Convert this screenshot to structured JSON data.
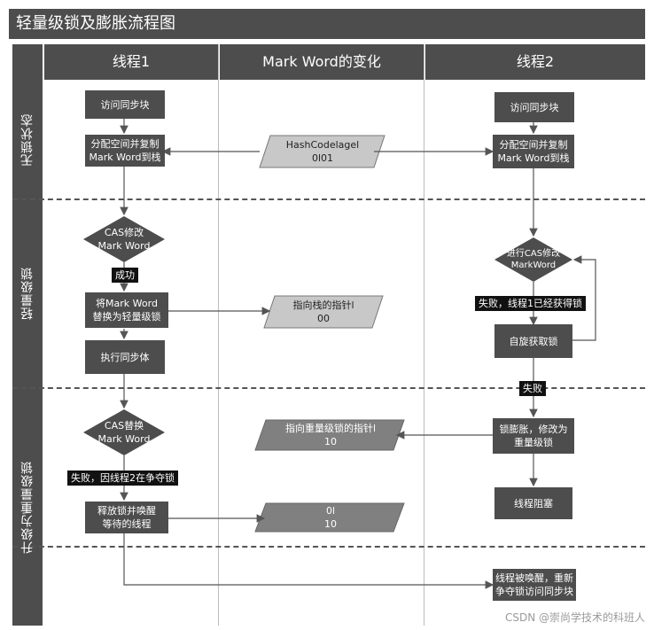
{
  "title": "轻量级锁及膨胀流程图",
  "columns": [
    "线程1",
    "Mark Word的变化",
    "线程2"
  ],
  "lanes": [
    "无锁状态",
    "轻量级锁",
    "升级为重量级锁"
  ],
  "thread1": {
    "access": "访问同步块",
    "alloc": "分配空间并复制\nMark Word到栈",
    "cas_modify": "CAS修改\nMark Word",
    "success": "成功",
    "replace": "将Mark Word\n替换为轻量级锁",
    "exec": "执行同步体",
    "cas_replace": "CAS替换\nMark Word",
    "fail_note": "失败，因线程2在争夺锁",
    "release": "释放锁并唤醒\n等待的线程"
  },
  "markword": {
    "hash": "HashCodelagel\n0l01",
    "stack_ptr": "指向栈的指针l\n00",
    "heavy_ptr": "指向重量级锁的指针l\n10",
    "empty": "0l\n10"
  },
  "thread2": {
    "access": "访问同步块",
    "alloc": "分配空间并复制\nMark Word到栈",
    "cas_modify": "进行CAS修改\nMarkWord",
    "fail_note": "失败，线程1已经获得锁",
    "spin": "自旋获取锁",
    "fail": "失败",
    "inflate": "锁膨胀，修改为\n重量级锁",
    "block": "线程阻塞",
    "woken": "线程被唤醒，重新\n争夺锁访问同步块"
  },
  "watermark": "CSDN @崇尚学技术的科班人"
}
